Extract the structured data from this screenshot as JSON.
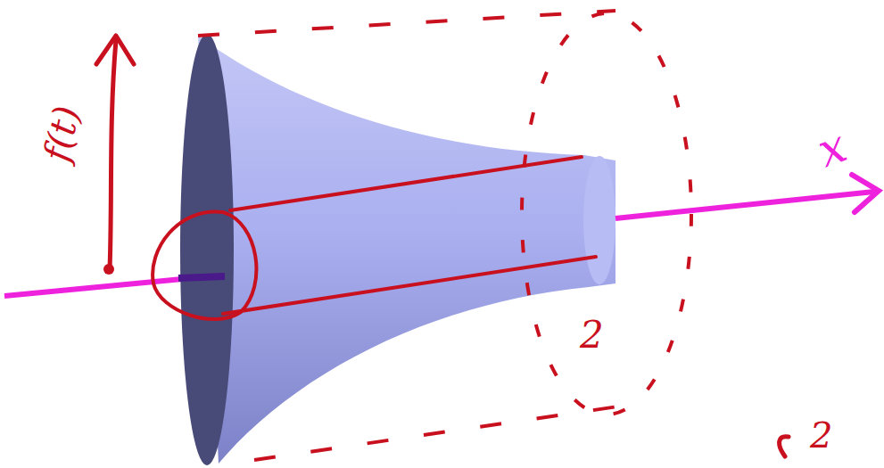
{
  "diagram": {
    "labels": [
      "f(t)",
      "x",
      "2",
      "2"
    ]
  }
}
